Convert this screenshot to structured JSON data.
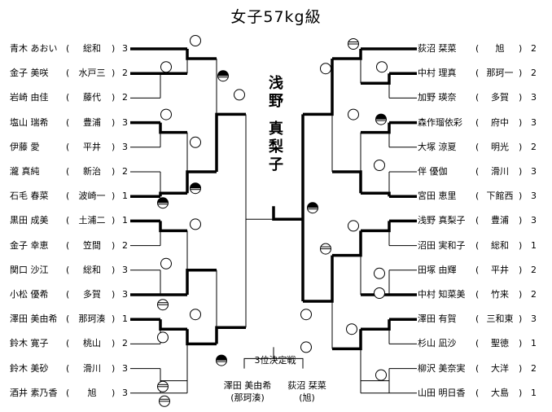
{
  "title": "女子57kg級",
  "champion": {
    "chars": [
      "浅",
      "野",
      "真",
      "梨",
      "子"
    ]
  },
  "left": [
    {
      "name": "青木 あおい",
      "school": "総和",
      "grade": "3"
    },
    {
      "name": "金子 美咲",
      "school": "水戸三",
      "grade": "2"
    },
    {
      "name": "岩崎 由佳",
      "school": "藤代",
      "grade": "2"
    },
    {
      "name": "塩山 瑞希",
      "school": "豊浦",
      "grade": "3"
    },
    {
      "name": "伊藤 愛",
      "school": "平井",
      "grade": "3"
    },
    {
      "name": "瀧 真純",
      "school": "新治",
      "grade": "2"
    },
    {
      "name": "石毛 春菜",
      "school": "波崎一",
      "grade": "1"
    },
    {
      "name": "黒田 成美",
      "school": "土浦二",
      "grade": "1"
    },
    {
      "name": "金子 幸恵",
      "school": "笠間",
      "grade": "2"
    },
    {
      "name": "関口 沙江",
      "school": "総和",
      "grade": "3"
    },
    {
      "name": "小松 優希",
      "school": "多賀",
      "grade": "3"
    },
    {
      "name": "澤田 美由希",
      "school": "那珂湊",
      "grade": "1"
    },
    {
      "name": "鈴木 寛子",
      "school": "桃山",
      "grade": "2"
    },
    {
      "name": "鈴木 美砂",
      "school": "滑川",
      "grade": "3"
    },
    {
      "name": "酒井 素乃香",
      "school": "旭",
      "grade": "3"
    }
  ],
  "right": [
    {
      "name": "荻沼 栞菜",
      "school": "旭",
      "grade": "2"
    },
    {
      "name": "中村 理真",
      "school": "那珂一",
      "grade": "2"
    },
    {
      "name": "加野 瑛奈",
      "school": "多賀",
      "grade": "3"
    },
    {
      "name": "森作瑠依彩",
      "school": "府中",
      "grade": "3"
    },
    {
      "name": "大塚 涼夏",
      "school": "明光",
      "grade": "2"
    },
    {
      "name": "伴 優伽",
      "school": "滑川",
      "grade": "3"
    },
    {
      "name": "宮田 恵里",
      "school": "下館西",
      "grade": "3"
    },
    {
      "name": "浅野 真梨子",
      "school": "豊浦",
      "grade": "3"
    },
    {
      "name": "沼田 実和子",
      "school": "総和",
      "grade": "1"
    },
    {
      "name": "田塚 由輝",
      "school": "平井",
      "grade": "2"
    },
    {
      "name": "中村 知菜美",
      "school": "竹来",
      "grade": "2"
    },
    {
      "name": "澤田 有賀",
      "school": "三和東",
      "grade": "3"
    },
    {
      "name": "杉山 凪沙",
      "school": "聖徳",
      "grade": "1"
    },
    {
      "name": "柳沢 美奈実",
      "school": "大洋",
      "grade": "2"
    },
    {
      "name": "山田 明日香",
      "school": "大島",
      "grade": "1"
    }
  ],
  "third_place": {
    "label": "3位決定戦",
    "players": [
      {
        "name": "澤田 美由希",
        "school": "(那珂湊)"
      },
      {
        "name": "荻沼 栞菜",
        "school": "(旭)"
      }
    ]
  }
}
